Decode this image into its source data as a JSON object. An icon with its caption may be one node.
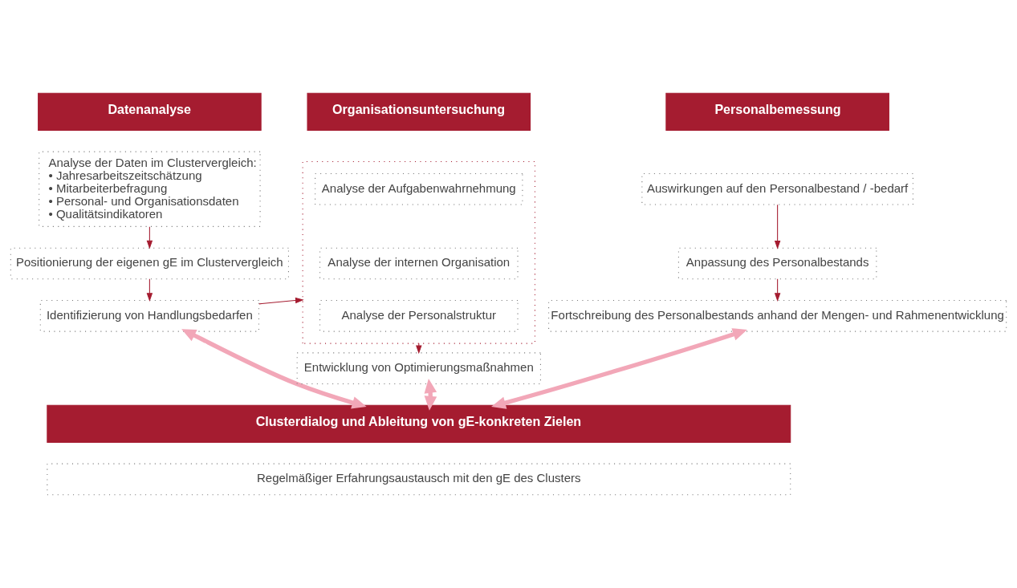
{
  "diagram": {
    "nodes": [
      {
        "text": [
          "Datenanalyse"
        ]
      },
      {
        "text": [
          "Organisationsuntersuchung"
        ]
      },
      {
        "text": [
          "Personalbemessung"
        ]
      },
      {
        "text": [
          "Analyse der Daten im Clustervergleich:",
          "• Jahresarbeitszeitschätzung",
          "• Mitarbeiterbefragung",
          "• Personal- und Organisationsdaten",
          "• Qualitätsindikatoren"
        ]
      },
      {
        "text": [
          "Positionierung der eigenen gE im Clustervergleich"
        ]
      },
      {
        "text": [
          "Identifizierung von Handlungsbedarfen"
        ]
      },
      {
        "text": [],
        "shape": "box"
      },
      {
        "text": [
          "Analyse der Aufgabenwahrnehmung"
        ],
        "in": 6
      },
      {
        "text": [
          "Analyse der internen Organisation"
        ],
        "in": 6
      },
      {
        "text": [
          "Analyse der Personalstruktur"
        ],
        "in": 6
      },
      {
        "text": [
          "Entwicklung von Optimierungsmaßnahmen"
        ]
      },
      {
        "text": [
          "Auswirkungen auf den Personalbestand / -bedarf"
        ]
      },
      {
        "text": [
          "Anpassung des Personalbestands"
        ]
      },
      {
        "text": [
          "Fortschreibung des Personalbestands anhand der Mengen- und Rahmenentwicklung"
        ]
      },
      {
        "text": [
          "Clusterdialog und Ableitung von gE-konkreten Zielen"
        ]
      },
      {
        "text": [
          "Regelmäßiger Erfahrungsaustausch mit den gE des Clusters"
        ]
      }
    ],
    "edges": [
      {
        "from": 3,
        "to": 4,
        "arrow": "to"
      },
      {
        "from": 4,
        "to": 5,
        "arrow": "to"
      },
      {
        "from": 5,
        "to": 6,
        "arrow": "to"
      },
      {
        "from": 6,
        "to": 10,
        "arrow": "to"
      },
      {
        "from": 11,
        "to": 12,
        "arrow": "to"
      },
      {
        "from": 12,
        "to": 13,
        "arrow": "to"
      },
      {
        "from": 5,
        "to": 14,
        "arrow": "both",
        "style": "thick",
        "color": "#f2a7b8"
      },
      {
        "from": 10,
        "to": 14,
        "arrow": "both",
        "style": "thick",
        "color": "#f2a7b8"
      },
      {
        "from": 13,
        "to": 14,
        "arrow": "both",
        "style": "thick",
        "color": "#f2a7b8"
      }
    ]
  }
}
